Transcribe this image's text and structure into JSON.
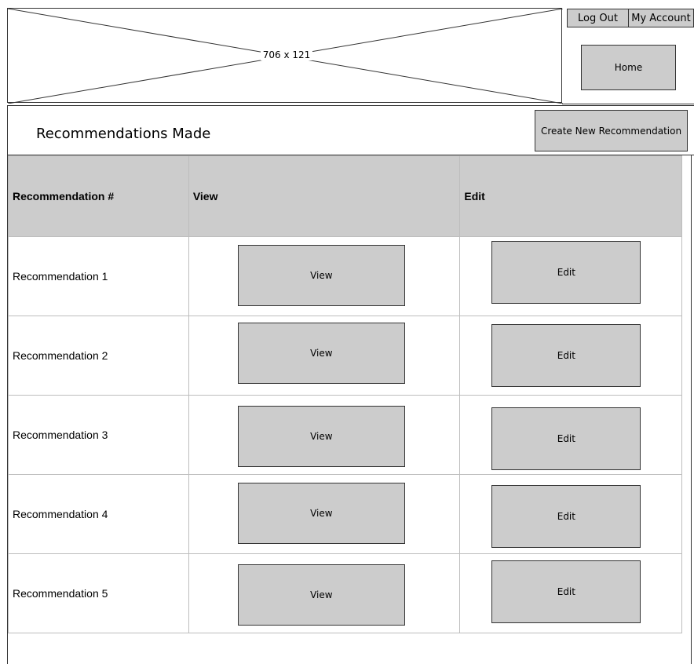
{
  "header": {
    "image_placeholder_label": "706 x 121",
    "logout_label": "Log Out",
    "my_account_label": "My Account",
    "home_label": "Home"
  },
  "page": {
    "title": "Recommendations Made",
    "create_button_label": "Create New Recommendation"
  },
  "table": {
    "columns": [
      "Recommendation #",
      "View",
      "Edit"
    ],
    "rows": [
      {
        "name": "Recommendation 1",
        "view_label": "View",
        "edit_label": "Edit"
      },
      {
        "name": "Recommendation 2",
        "view_label": "View",
        "edit_label": "Edit"
      },
      {
        "name": "Recommendation 3",
        "view_label": "View",
        "edit_label": "Edit"
      },
      {
        "name": "Recommendation 4",
        "view_label": "View",
        "edit_label": "Edit"
      },
      {
        "name": "Recommendation 5",
        "view_label": "View",
        "edit_label": "Edit"
      }
    ]
  }
}
